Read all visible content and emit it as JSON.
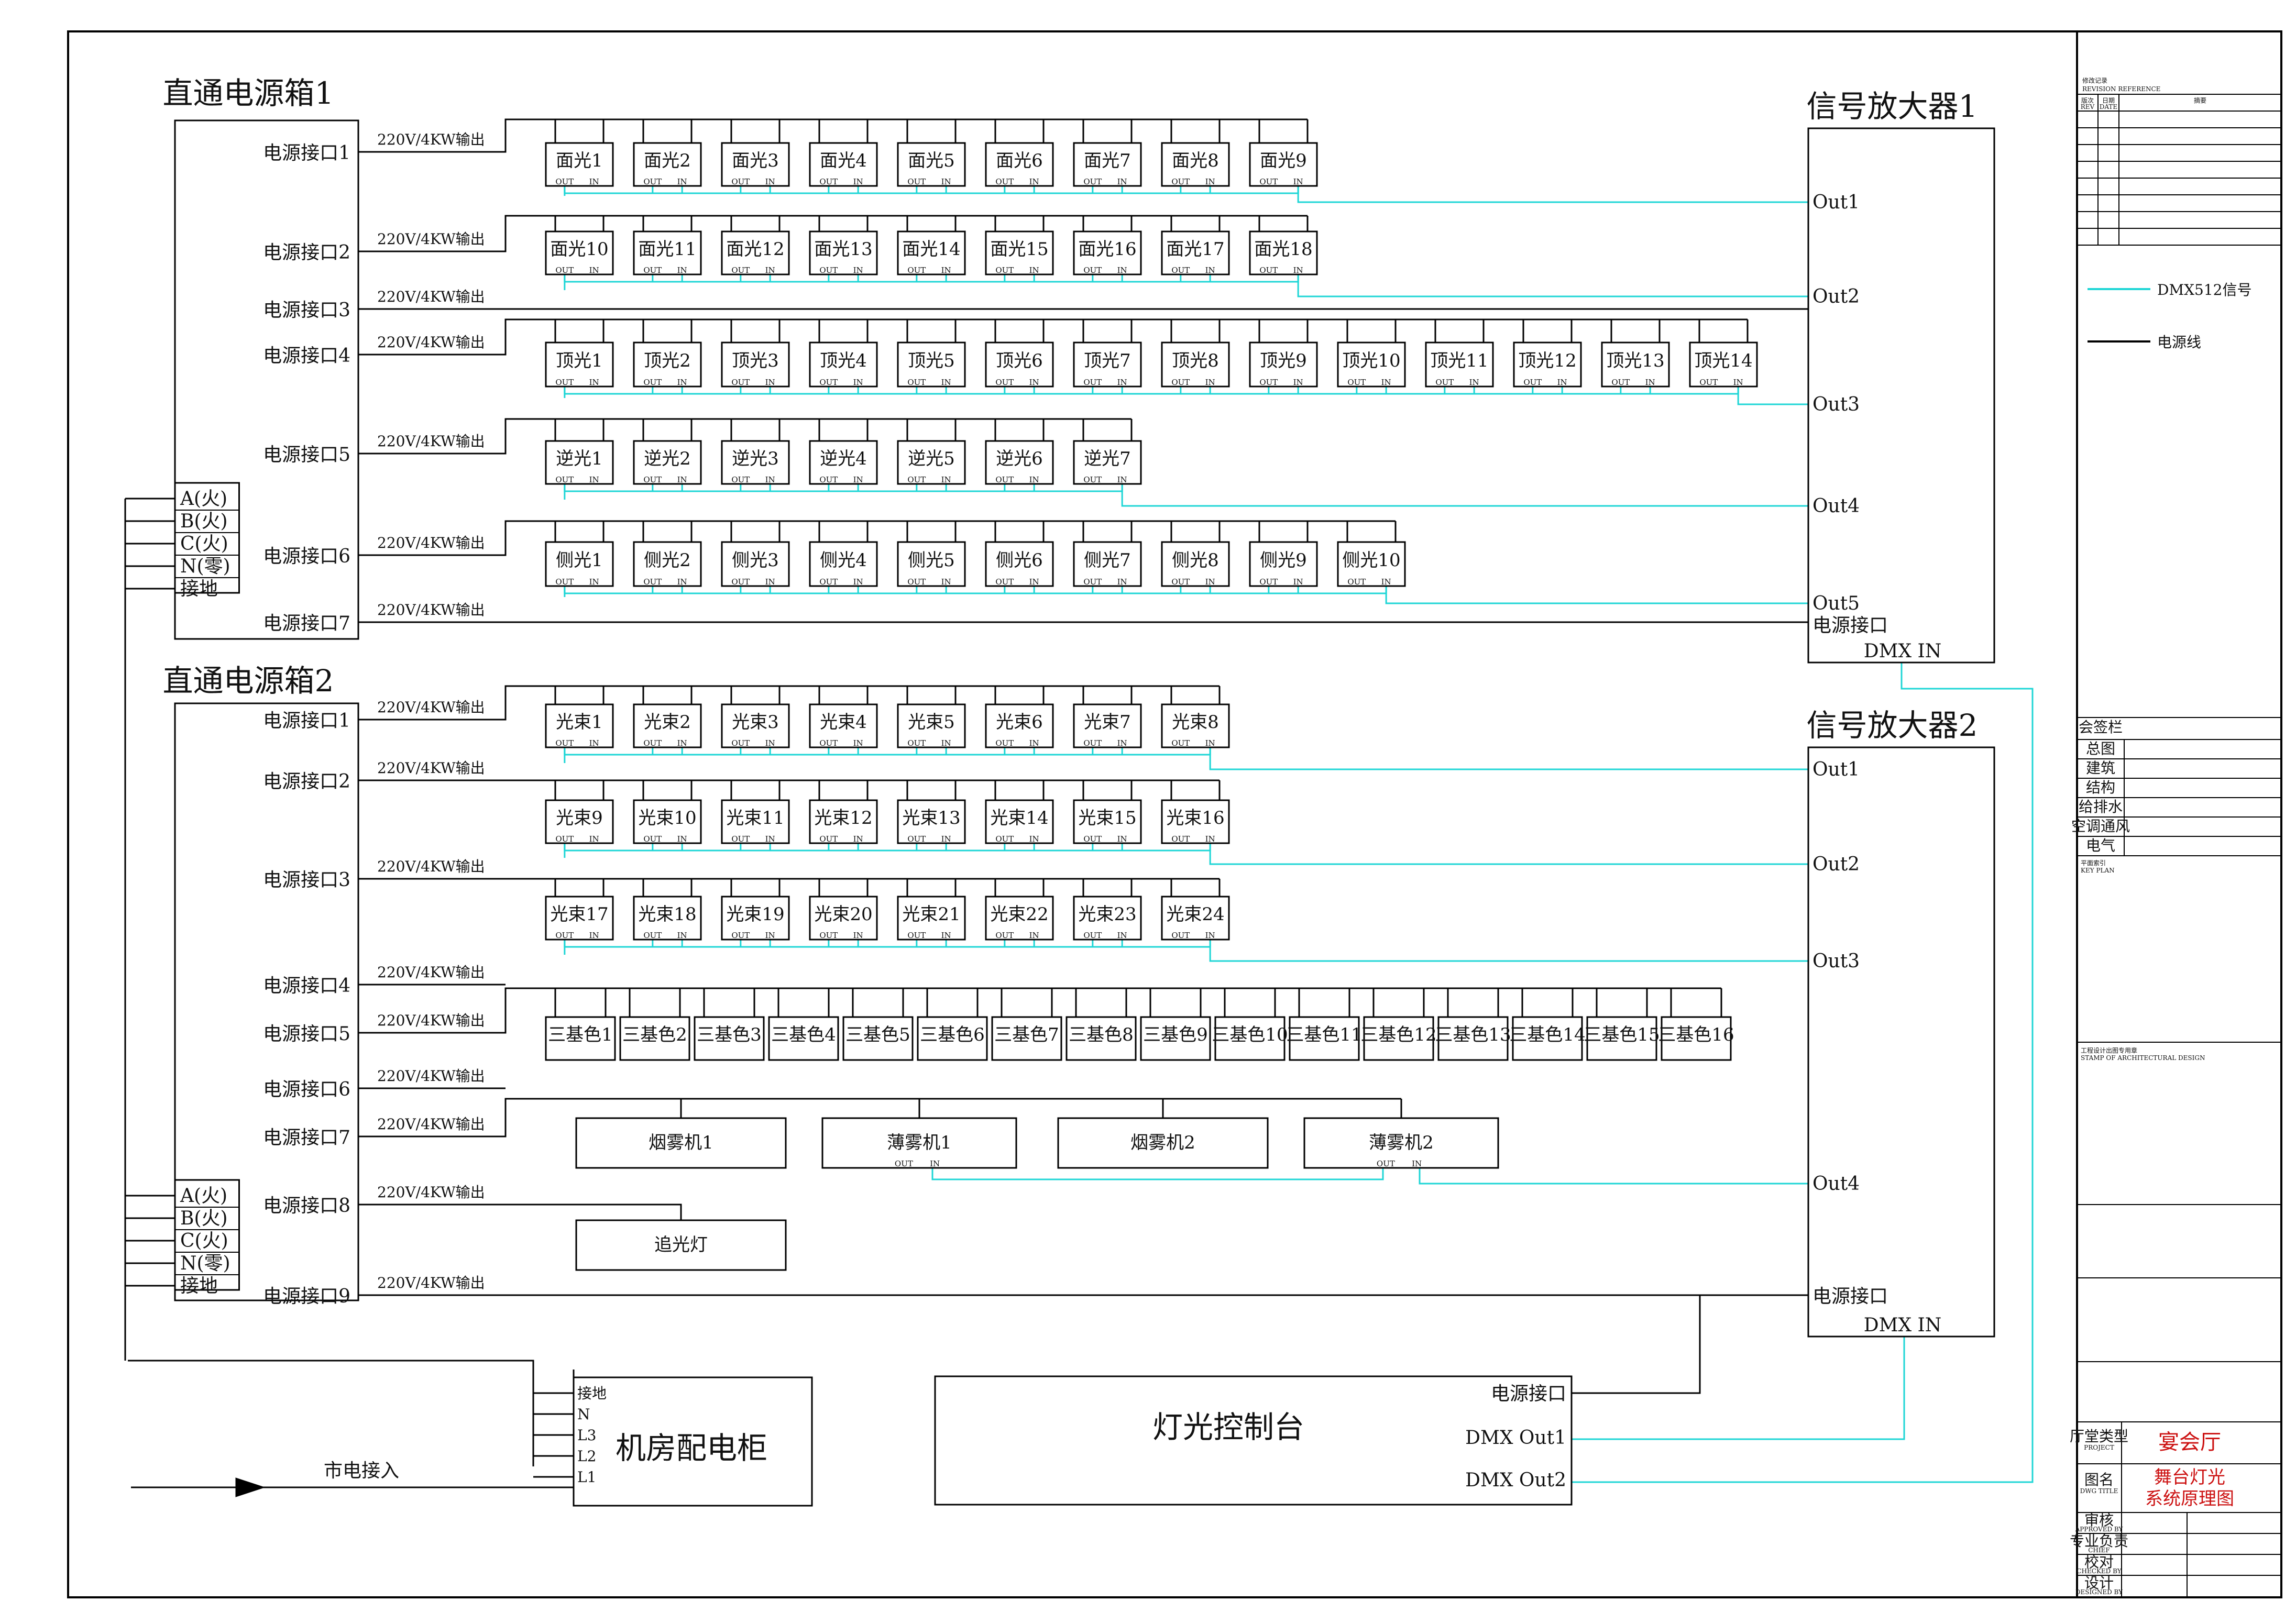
{
  "colors": {
    "power": "#000000",
    "dmx": "#1fd6d6",
    "title_red": "#cc1111"
  },
  "box1": {
    "title": "直通电源箱1",
    "ports": [
      "电源接口1",
      "电源接口2",
      "电源接口3",
      "电源接口4",
      "电源接口5",
      "电源接口6",
      "电源接口7"
    ],
    "phases": [
      "A(火)",
      "B(火)",
      "C(火)",
      "N(零)",
      "接地"
    ]
  },
  "box2": {
    "title": "直通电源箱2",
    "ports": [
      "电源接口1",
      "电源接口2",
      "电源接口3",
      "电源接口4",
      "电源接口5",
      "电源接口6",
      "电源接口7",
      "电源接口8",
      "电源接口9"
    ],
    "phases": [
      "A(火)",
      "B(火)",
      "C(火)",
      "N(零)",
      "接地"
    ]
  },
  "power_label": "220V/4KW输出",
  "fixture_pins": {
    "out": "OUT",
    "in": "IN"
  },
  "rows": {
    "face_a": [
      "面光1",
      "面光2",
      "面光3",
      "面光4",
      "面光5",
      "面光6",
      "面光7",
      "面光8",
      "面光9"
    ],
    "face_b": [
      "面光10",
      "面光11",
      "面光12",
      "面光13",
      "面光14",
      "面光15",
      "面光16",
      "面光17",
      "面光18"
    ],
    "top": [
      "顶光1",
      "顶光2",
      "顶光3",
      "顶光4",
      "顶光5",
      "顶光6",
      "顶光7",
      "顶光8",
      "顶光9",
      "顶光10",
      "顶光11",
      "顶光12",
      "顶光13",
      "顶光14"
    ],
    "back": [
      "逆光1",
      "逆光2",
      "逆光3",
      "逆光4",
      "逆光5",
      "逆光6",
      "逆光7"
    ],
    "side": [
      "侧光1",
      "侧光2",
      "侧光3",
      "侧光4",
      "侧光5",
      "侧光6",
      "侧光7",
      "侧光8",
      "侧光9",
      "侧光10"
    ],
    "beam_a": [
      "光束1",
      "光束2",
      "光束3",
      "光束4",
      "光束5",
      "光束6",
      "光束7",
      "光束8"
    ],
    "beam_b": [
      "光束9",
      "光束10",
      "光束11",
      "光束12",
      "光束13",
      "光束14",
      "光束15",
      "光束16"
    ],
    "beam_c": [
      "光束17",
      "光束18",
      "光束19",
      "光束20",
      "光束21",
      "光束22",
      "光束23",
      "光束24"
    ],
    "rgb": [
      "三基色1",
      "三基色2",
      "三基色3",
      "三基色4",
      "三基色5",
      "三基色6",
      "三基色7",
      "三基色8",
      "三基色9",
      "三基色10",
      "三基色11",
      "三基色12",
      "三基色13",
      "三基色14",
      "三基色15",
      "三基色16"
    ]
  },
  "fx": [
    "烟雾机1",
    "薄雾机1",
    "烟雾机2",
    "薄雾机2"
  ],
  "follow_spot": "追光灯",
  "amp1": {
    "title": "信号放大器1",
    "outs": [
      "Out1",
      "Out2",
      "Out3",
      "Out4",
      "Out5"
    ],
    "power": "电源接口",
    "dmx_in": "DMX IN"
  },
  "amp2": {
    "title": "信号放大器2",
    "outs": [
      "Out1",
      "Out2",
      "Out3",
      "Out4"
    ],
    "power": "电源接口",
    "dmx_in": "DMX IN"
  },
  "console": {
    "title": "灯光控制台",
    "power": "电源接口",
    "dmx1": "DMX Out1",
    "dmx2": "DMX Out2"
  },
  "cabinet": {
    "title": "机房配电柜",
    "terminals": [
      "接地",
      "N",
      "L3",
      "L2",
      "L1"
    ]
  },
  "mains": "市电接入",
  "legend": {
    "dmx": "DMX512信号",
    "power": "电源线"
  },
  "title_block": {
    "revision_title": "修改记录",
    "revision_sub": "REVISION REFERENCE",
    "rev_cols": [
      "版次",
      "日期",
      "摘要"
    ],
    "rev_cols_en": [
      "REV",
      "DATE",
      ""
    ],
    "signoff": "会签栏",
    "disciplines": [
      "总图",
      "建筑",
      "结构",
      "给排水",
      "空调通风",
      "电气"
    ],
    "key_plan": "平面索引",
    "key_plan_en": "KEY PLAN",
    "stamp": "工程设计出图专用章",
    "stamp_en": "STAMP OF ARCHITECTURAL DESIGN",
    "project_label": "厅堂类型",
    "project_label_en": "PROJECT",
    "project": "宴会厅",
    "drawing_label": "图名",
    "drawing_label_en": "DWG TITLE",
    "drawing_title_1": "舞台灯光",
    "drawing_title_2": "系统原理图",
    "roles": [
      "审核",
      "专业负责",
      "校对",
      "设计"
    ],
    "roles_en": [
      "APPROVED BY",
      "CHIEF",
      "CHECKED BY",
      "DESIGNED BY"
    ]
  }
}
